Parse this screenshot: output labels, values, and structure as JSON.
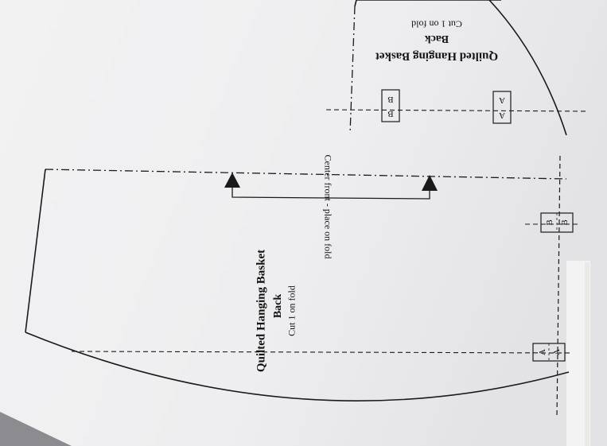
{
  "left_piece": {
    "title": "Quilted Hanging Basket",
    "subtitle": "Back",
    "instruction": "Cut 1 on fold",
    "center_note": "Center front - place on fold",
    "notches": [
      "A",
      "A",
      "B",
      "B"
    ]
  },
  "right_piece": {
    "title": "Quilted Hanging Basket",
    "subtitle": "Back",
    "instruction": "Cut 1 on fold",
    "notches": [
      "A",
      "A",
      "B",
      "B"
    ]
  }
}
